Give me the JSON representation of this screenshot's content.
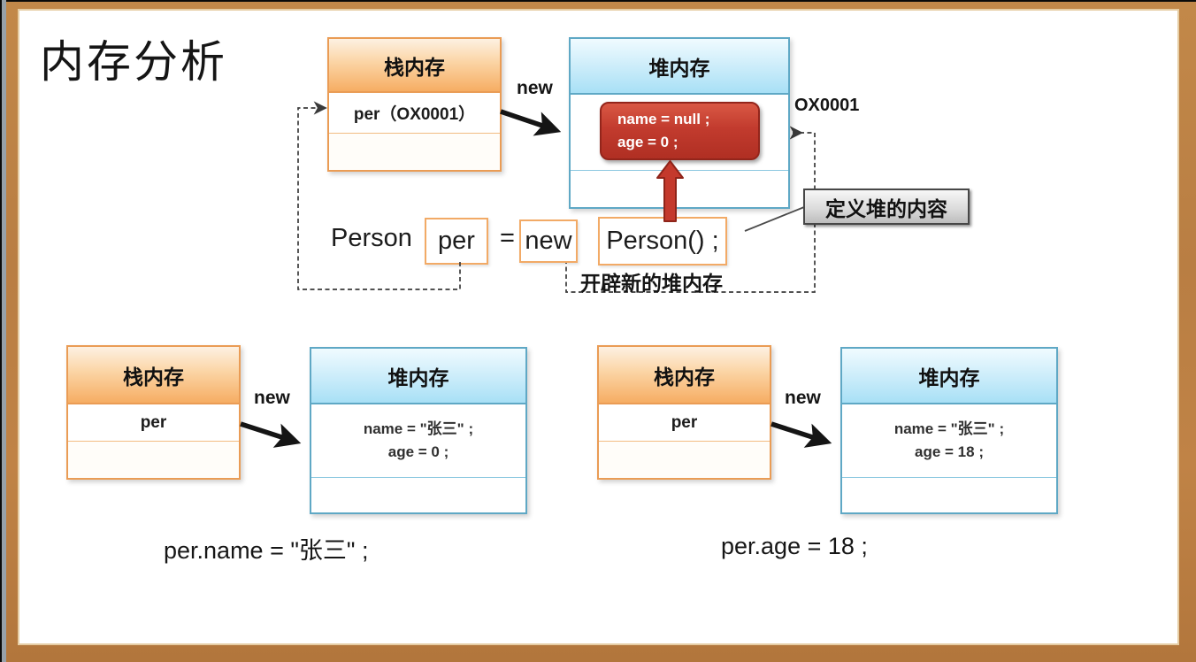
{
  "slide": {
    "title": "内存分析",
    "colors": {
      "stack_border": "#ea9c55",
      "heap_border": "#5fa8c5",
      "object_red": "#c23b2e",
      "wood_frame": "#bc7d45",
      "callout_gray": "#dcdcdc"
    },
    "top": {
      "stack": {
        "title": "栈内存",
        "rows": [
          "per（OX0001）",
          ""
        ]
      },
      "heap": {
        "title": "堆内存",
        "object": [
          "name = null ;",
          "age = 0 ;"
        ]
      },
      "new_label": "new",
      "address_label": "OX0001",
      "callout": "定义堆的内容",
      "heap_note": "开辟新的堆内存",
      "code": {
        "type": "Person",
        "var": "per",
        "equals": "=",
        "new_kw": "new",
        "ctor": "Person() ;"
      }
    },
    "bottom_left": {
      "stack": {
        "title": "栈内存",
        "rows": [
          "per",
          ""
        ]
      },
      "heap": {
        "title": "堆内存",
        "object": [
          "name = \"张三\" ;",
          "age = 0 ;"
        ]
      },
      "new_label": "new",
      "code": "per.name = \"张三\" ;"
    },
    "bottom_right": {
      "stack": {
        "title": "栈内存",
        "rows": [
          "per",
          ""
        ]
      },
      "heap": {
        "title": "堆内存",
        "object": [
          "name = \"张三\" ;",
          "age = 18 ;"
        ]
      },
      "new_label": "new",
      "code": "per.age = 18 ;"
    }
  }
}
